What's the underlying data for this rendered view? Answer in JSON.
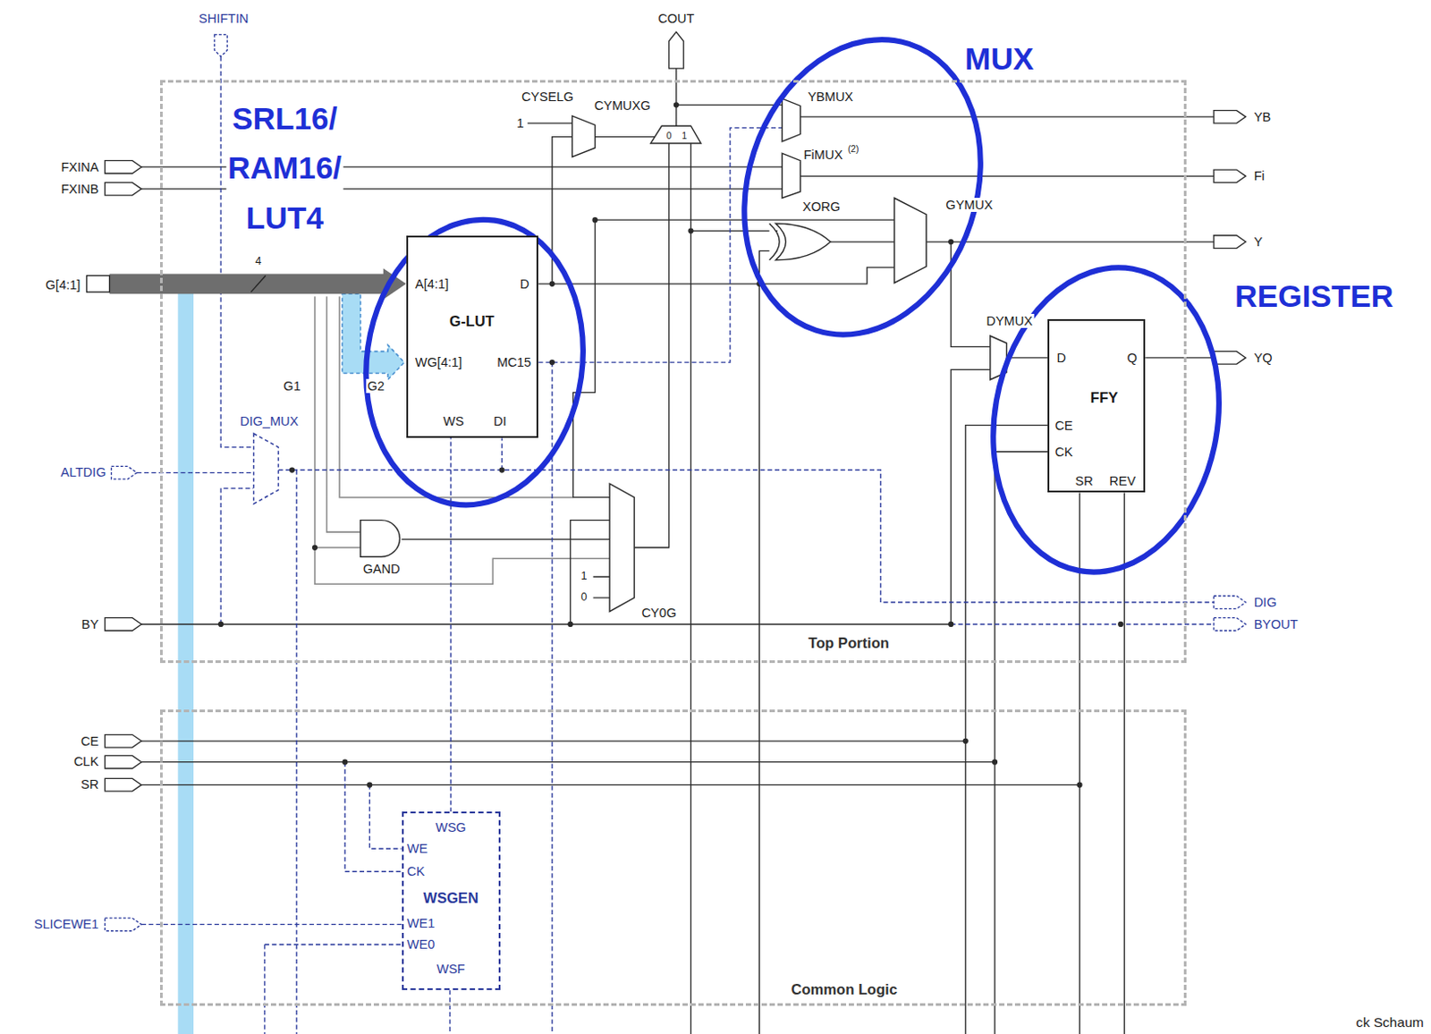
{
  "diagram": {
    "nodes": [
      {
        "text": [
          "Top Portion"
        ]
      },
      {
        "text": [
          "A[4:1]",
          "D",
          "G-LUT",
          "WG[4:1]",
          "MC15",
          "WS",
          "DI"
        ],
        "in": 0
      },
      {
        "text": [
          "D",
          "Q",
          "FFY",
          "CE",
          "CK",
          "SR",
          "REV"
        ],
        "in": 0
      },
      {
        "text": [
          "Common Logic"
        ]
      },
      {
        "text": [
          "WSG",
          "WE",
          "CK",
          "WSGEN",
          "WE1",
          "WE0",
          "WSF"
        ],
        "in": 3
      }
    ],
    "edges": [
      {
        "from": 4,
        "to": 1,
        "arrow": "none"
      }
    ],
    "labels": [
      "SHIFTIN",
      "COUT",
      "CYSELG",
      "1",
      "CYMUXG",
      "0",
      "1",
      "YBMUX",
      "FiMUX",
      "(2)",
      "XORG",
      "GYMUX",
      "YB",
      "Fi",
      "Y",
      "YQ",
      "FXINA",
      "FXINB",
      "G[4:1]",
      "4",
      "G1",
      "G2",
      "DIG_MUX",
      "ALTDIG",
      "GAND",
      "1",
      "0",
      "CY0G",
      "DYMUX",
      "DIG",
      "BYOUT",
      "BY",
      "CE",
      "CLK",
      "SR",
      "SLICEWE1",
      "SRL16/ RAM16/ LUT4",
      "MUX",
      "REGISTER",
      "ck Schaum"
    ]
  }
}
